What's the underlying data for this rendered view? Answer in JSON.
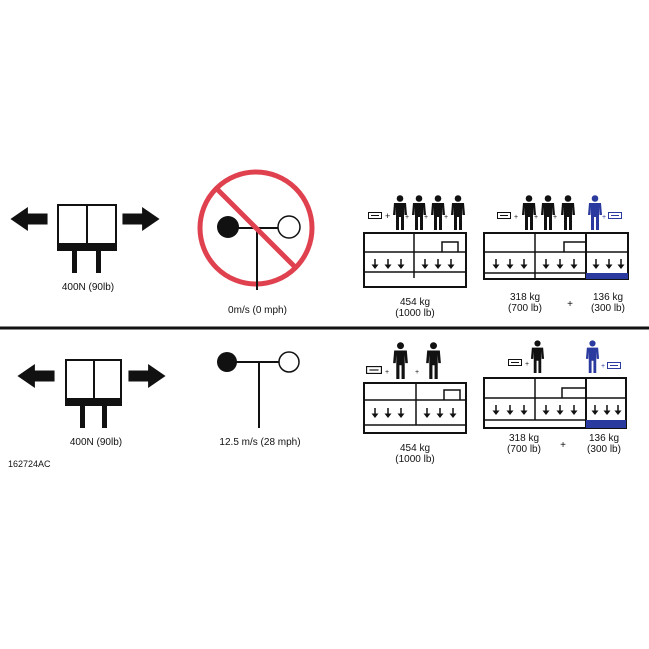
{
  "colors": {
    "ink": "#111111",
    "prohibition": "#e0414f",
    "operator_blue": "#2b3a9e"
  },
  "top_row": {
    "side_force": "400N (90lb)",
    "wind": "0m/s (0 mph)",
    "platform_full": {
      "kg": "454 kg",
      "lb": "(1000 lb)"
    },
    "platform_extended": {
      "deck": {
        "kg": "318 kg",
        "lb": "(700 lb)"
      },
      "plus": "+",
      "extension": {
        "kg": "136 kg",
        "lb": "(300 lb)"
      }
    }
  },
  "bottom_row": {
    "side_force": "400N (90lb)",
    "wind": "12.5 m/s (28 mph)",
    "platform_full": {
      "kg": "454 kg",
      "lb": "(1000 lb)"
    },
    "platform_extended": {
      "deck": {
        "kg": "318 kg",
        "lb": "(700 lb)"
      },
      "plus": "+",
      "extension": {
        "kg": "136 kg",
        "lb": "(300 lb)"
      }
    }
  },
  "figure_code": "162724AC",
  "icons": [
    "arrow-left-icon",
    "arrow-right-icon",
    "tire-icon",
    "anemometer-icon",
    "prohibition-icon",
    "person-icon",
    "tool-box-icon",
    "load-arrow-icon"
  ]
}
